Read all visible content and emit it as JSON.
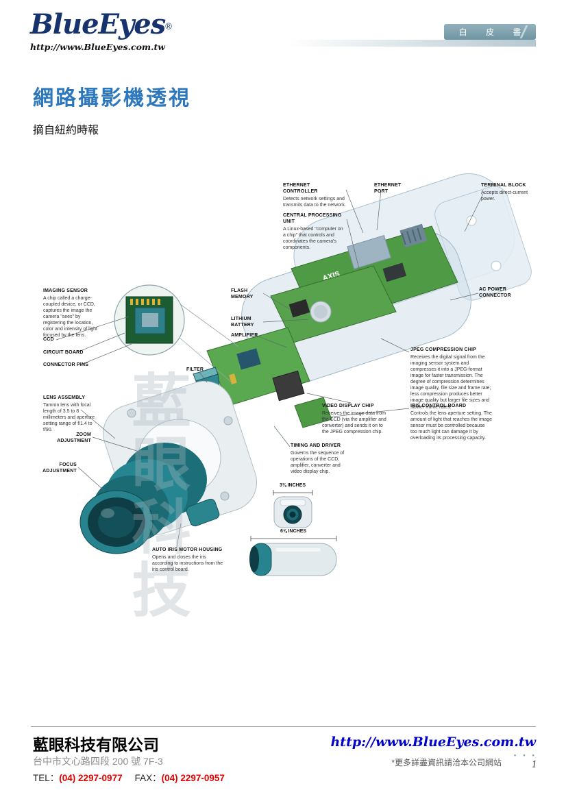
{
  "header": {
    "logo": "BlueEyes",
    "trademark": "®",
    "url": "http://www.BlueEyes.com.tw",
    "badge": "白 皮 書"
  },
  "page": {
    "title": "網路攝影機透視",
    "subtitle": "摘自紐約時報"
  },
  "diagram": {
    "watermark": "藍眼科技",
    "board_brand": "AXIS",
    "dimensions": {
      "width_label": "3⅜ INCHES",
      "length_label": "6⅝ INCHES"
    },
    "labels": [
      {
        "title": "ETHERNET CONTROLLER",
        "text": "Detects network settings and transmits data to the network."
      },
      {
        "title": "ETHERNET PORT",
        "text": ""
      },
      {
        "title": "TERMINAL BLOCK",
        "text": "Accepts direct-current power."
      },
      {
        "title": "CENTRAL PROCESSING UNIT",
        "text": "A Linux-based \"computer on a chip\" that controls and coordinates the camera's components."
      },
      {
        "title": "IMAGING SENSOR",
        "text": "A chip called a charge-coupled device, or CCD, captures the image the camera \"sees\" by registering the location, color and intensity of light focused by the lens."
      },
      {
        "title": "CCD",
        "text": ""
      },
      {
        "title": "CIRCUIT BOARD",
        "text": ""
      },
      {
        "title": "CONNECTOR PINS",
        "text": ""
      },
      {
        "title": "FLASH MEMORY",
        "text": ""
      },
      {
        "title": "LITHIUM BATTERY",
        "text": ""
      },
      {
        "title": "AMPLIFIER",
        "text": ""
      },
      {
        "title": "FILTER",
        "text": ""
      },
      {
        "title": "AC POWER CONNECTOR",
        "text": ""
      },
      {
        "title": "JPEG COMPRESSION CHIP",
        "text": "Receives the digital signal from the imaging sensor system and compresses it into a JPEG-format image for faster transmission. The degree of compression determines image quality, file size and frame rate; less compression produces better image quality but larger file sizes and slower frame rates."
      },
      {
        "title": "IRIS CONTROL BOARD",
        "text": "Controls the lens aperture setting. The amount of light that reaches the image sensor must be controlled because too much light can damage it by overloading its processing capacity."
      },
      {
        "title": "VIDEO DISPLAY CHIP",
        "text": "Receives the image data from the CCD (via the amplifier and converter) and sends it on to the JPEG compression chip."
      },
      {
        "title": "TIMING AND DRIVER",
        "text": "Governs the sequence of operations of the CCD, amplifier, converter and video display chip."
      },
      {
        "title": "LENS ASSEMBLY",
        "text": "Tamron lens with focal length of 3.5 to 8 millimeters and aperture setting range of f/1.4 to f/90."
      },
      {
        "title": "ZOOM ADJUSTMENT",
        "text": ""
      },
      {
        "title": "FOCUS ADJUSTMENT",
        "text": ""
      },
      {
        "title": "AUTO IRIS MOTOR HOUSING",
        "text": "Opens and closes the iris according to instructions from the iris control board."
      }
    ]
  },
  "footer": {
    "company": "藍眼科技有限公司",
    "website": "http://www.BlueEyes.com.tw",
    "address": "台中市文心路四段 200 號 7F-3",
    "tel_label": "TEL：",
    "tel_number": "(04) 2297-0977",
    "fax_label": "FAX：",
    "fax_number": "(04) 2297-0957",
    "note": "*更多詳盡資訊請洽本公司網站",
    "page_dots": "● ● ●",
    "page_number": "1"
  },
  "colors": {
    "brand_navy": "#16336e",
    "title_blue": "#2d78bd",
    "badge_teal": "#7d9dab",
    "link_blue": "#0000cc",
    "accent_red": "#e00000",
    "pcb_green": "#4e9a45",
    "lens_teal": "#1f7b84"
  }
}
